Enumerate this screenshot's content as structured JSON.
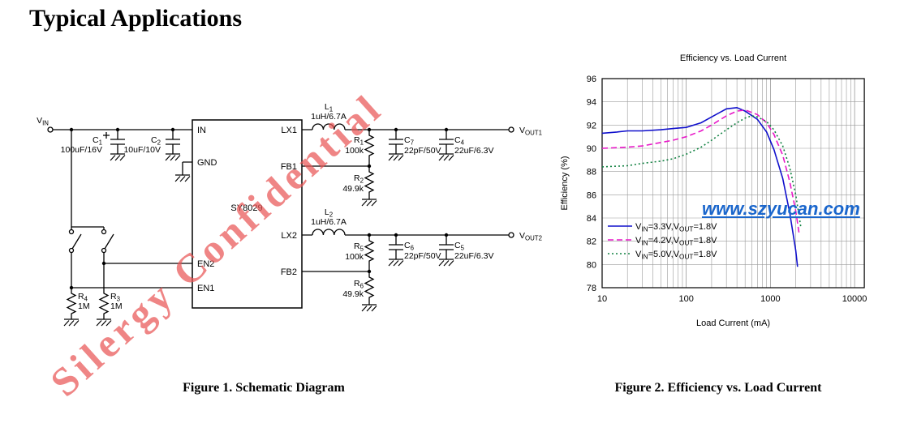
{
  "page": {
    "title": "Typical Applications"
  },
  "watermarks": {
    "diagonal": "Silergy Confidential",
    "url": "www.szyucan.com"
  },
  "figure1": {
    "caption": "Figure 1. Schematic Diagram"
  },
  "schematic": {
    "ic_name": "SY8029",
    "pins": {
      "in": "IN",
      "gnd": "GND",
      "lx1": "LX1",
      "fb1": "FB1",
      "lx2": "LX2",
      "fb2": "FB2",
      "en2": "EN2",
      "en1": "EN1"
    },
    "labels": {
      "vin": "V_{IN}",
      "vout1": "V_{OUT1}",
      "vout2": "V_{OUT2}",
      "c1_name": "C_{1}",
      "c1_value": "100uF/16V",
      "c2_name": "C_{2}",
      "c2_value": "10uF/10V",
      "c4_name": "C_{4}",
      "c4_value": "22uF/6.3V",
      "c5_name": "C_{5}",
      "c5_value": "22uF/6.3V",
      "c6_name": "C_{6}",
      "c6_value": "22pF/50V",
      "c7_name": "C_{7}",
      "c7_value": "22pF/50V",
      "l1_name": "L_{1}",
      "l1_value": "1uH/6.7A",
      "l2_name": "L_{2}",
      "l2_value": "1uH/6.7A",
      "r1_name": "R_{1}",
      "r1_value": "100k",
      "r2_name": "R_{2}",
      "r2_value": "49.9k",
      "r3_name": "R_{3}",
      "r3_value": "1M",
      "r4_name": "R_{4}",
      "r4_value": "1M",
      "r5_name": "R_{5}",
      "r5_value": "100k",
      "r6_name": "R_{6}",
      "r6_value": "49.9k"
    }
  },
  "chart_data": {
    "type": "line",
    "title": "Efficiency vs. Load Current",
    "xlabel": "Load Current (mA)",
    "ylabel": "Efficiency (%)",
    "x_scale": "log",
    "xlim": [
      10,
      10000
    ],
    "ylim": [
      78,
      96
    ],
    "y_tick_step": 2,
    "x_ticks": [
      10,
      100,
      1000,
      10000
    ],
    "grid": true,
    "legend_position": "lower-left",
    "caption": "Figure 2. Efficiency vs. Load Current",
    "series": [
      {
        "name": "V_{IN}=3.3V,V_{OUT}=1.8V",
        "color": "#1010cc",
        "style": "solid",
        "points": [
          [
            10,
            91.3
          ],
          [
            15,
            91.4
          ],
          [
            20,
            91.5
          ],
          [
            30,
            91.5
          ],
          [
            50,
            91.6
          ],
          [
            70,
            91.7
          ],
          [
            100,
            91.8
          ],
          [
            150,
            92.2
          ],
          [
            200,
            92.7
          ],
          [
            300,
            93.4
          ],
          [
            400,
            93.5
          ],
          [
            500,
            93.2
          ],
          [
            700,
            92.5
          ],
          [
            900,
            91.4
          ],
          [
            1100,
            89.9
          ],
          [
            1400,
            87.4
          ],
          [
            1700,
            84.4
          ],
          [
            2000,
            81.2
          ],
          [
            2100,
            79.8
          ]
        ]
      },
      {
        "name": "V_{IN}=4.2V,V_{OUT}=1.8V",
        "color": "#e818c8",
        "style": "dashed",
        "points": [
          [
            10,
            90.0
          ],
          [
            20,
            90.1
          ],
          [
            30,
            90.2
          ],
          [
            50,
            90.5
          ],
          [
            70,
            90.7
          ],
          [
            100,
            91.0
          ],
          [
            150,
            91.5
          ],
          [
            200,
            92.0
          ],
          [
            300,
            92.8
          ],
          [
            400,
            93.2
          ],
          [
            500,
            93.3
          ],
          [
            700,
            92.9
          ],
          [
            900,
            92.2
          ],
          [
            1100,
            91.2
          ],
          [
            1400,
            89.4
          ],
          [
            1700,
            87.1
          ],
          [
            2000,
            84.6
          ],
          [
            2200,
            82.6
          ]
        ]
      },
      {
        "name": "V_{IN}=5.0V,V_{OUT}=1.8V",
        "color": "#108040",
        "style": "dotted",
        "points": [
          [
            10,
            88.4
          ],
          [
            20,
            88.5
          ],
          [
            30,
            88.7
          ],
          [
            50,
            88.9
          ],
          [
            70,
            89.1
          ],
          [
            100,
            89.5
          ],
          [
            150,
            90.1
          ],
          [
            200,
            90.7
          ],
          [
            300,
            91.6
          ],
          [
            400,
            92.2
          ],
          [
            500,
            92.6
          ],
          [
            600,
            92.8
          ],
          [
            700,
            92.7
          ],
          [
            900,
            92.3
          ],
          [
            1100,
            91.6
          ],
          [
            1400,
            90.2
          ],
          [
            1700,
            88.3
          ],
          [
            2000,
            86.0
          ],
          [
            2300,
            83.2
          ]
        ]
      }
    ]
  }
}
